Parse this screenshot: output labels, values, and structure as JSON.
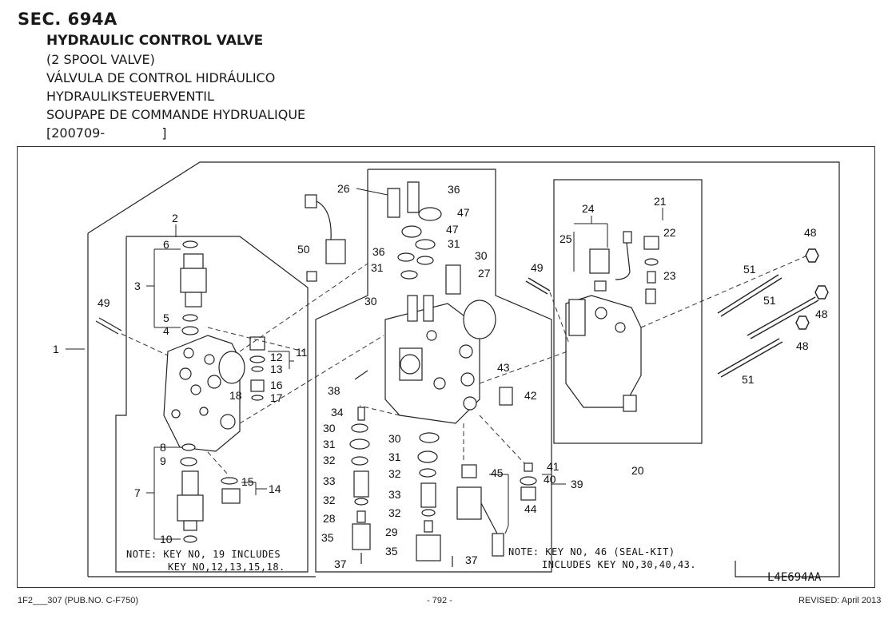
{
  "header": {
    "section": "SEC. 694A",
    "title": "HYDRAULIC CONTROL VALVE",
    "subtitle": "(2 SPOOL VALVE)",
    "spanish": "VÁLVULA DE CONTROL HIDRÁULICO",
    "german": "HYDRAULIKSTEUERVENTIL",
    "french": "SOUPAPE DE COMMANDE HYDRUALIQUE",
    "serial_range": "[200709-              ]"
  },
  "diagram": {
    "part_numbers": [
      "1",
      "2",
      "3",
      "4",
      "5",
      "6",
      "7",
      "8",
      "9",
      "10",
      "11",
      "12",
      "13",
      "14",
      "15",
      "16",
      "17",
      "18",
      "20",
      "21",
      "22",
      "23",
      "24",
      "25",
      "26",
      "27",
      "28",
      "29",
      "30",
      "31",
      "32",
      "33",
      "34",
      "35",
      "36",
      "37",
      "38",
      "39",
      "40",
      "41",
      "42",
      "43",
      "44",
      "45",
      "47",
      "48",
      "49",
      "50",
      "51"
    ],
    "note_left_1": "NOTE: KEY NO, 19 INCLUDES",
    "note_left_2": "KEY NO,12,13,15,18.",
    "note_right_1": "NOTE: KEY NO, 46 (SEAL-KIT)",
    "note_right_2": "INCLUDES KEY NO,30,40,43.",
    "drawing_code": "L4E694AA"
  },
  "footer": {
    "left": "1F2___307 (PUB.NO. C-F750)",
    "center": "- 792 -",
    "right": "REVISED: April 2013"
  }
}
